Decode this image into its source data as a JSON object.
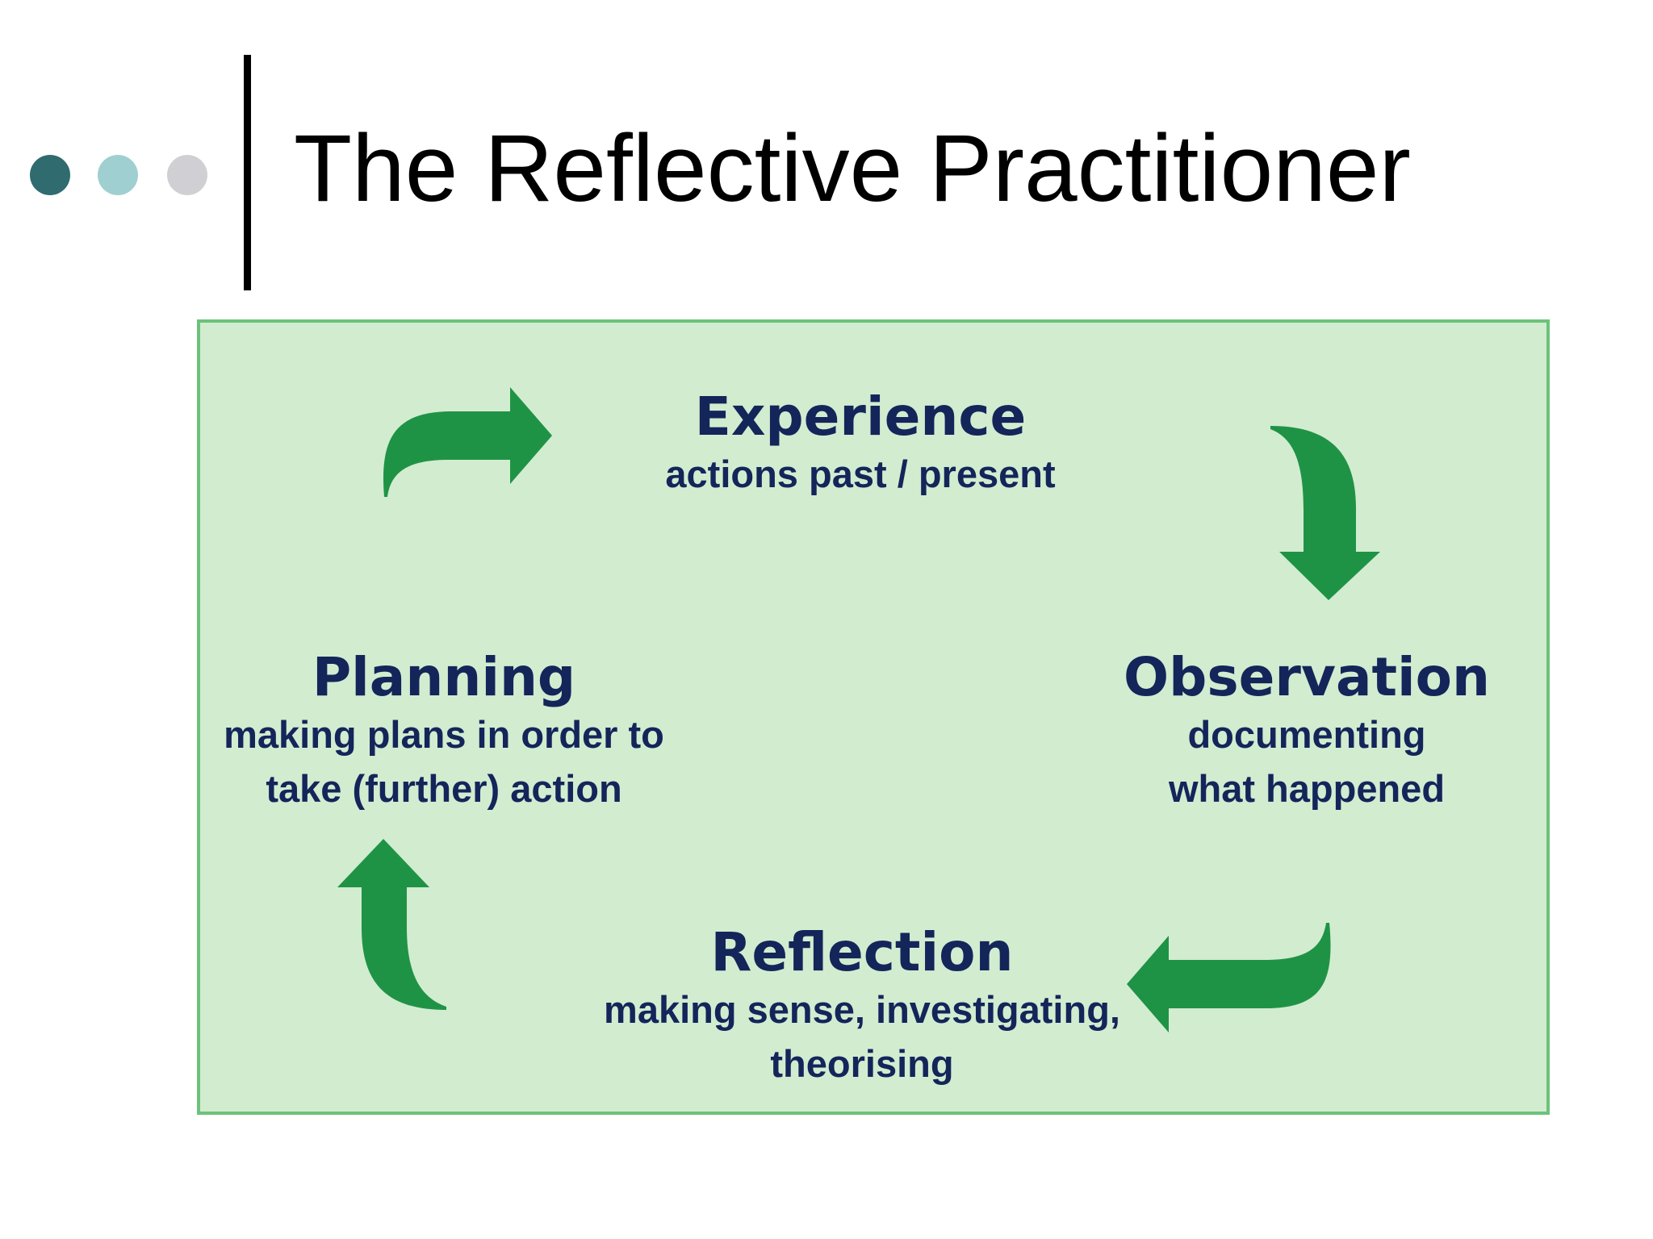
{
  "slide": {
    "title": "The Reflective Practitioner"
  },
  "decorations": {
    "dot_colors": [
      "#2f6b6f",
      "#9fcfd1",
      "#d0d0d4"
    ],
    "title_bar_color": "#000000"
  },
  "diagram": {
    "background_color": "#d2ecd0",
    "border_color": "#6cc27a",
    "arrow_color": "#1f9345",
    "text_color": "#14255a",
    "nodes": {
      "experience": {
        "title": "Experience",
        "subtitle": [
          "actions past / present"
        ]
      },
      "observation": {
        "title": "Observation",
        "subtitle": [
          "documenting",
          "what happened"
        ]
      },
      "reflection": {
        "title": "Reflection",
        "subtitle": [
          "making sense, investigating,",
          "theorising"
        ]
      },
      "planning": {
        "title": "Planning",
        "subtitle": [
          "making plans in order to",
          "take (further) action"
        ]
      }
    },
    "cycle": [
      "experience",
      "observation",
      "reflection",
      "planning"
    ]
  }
}
